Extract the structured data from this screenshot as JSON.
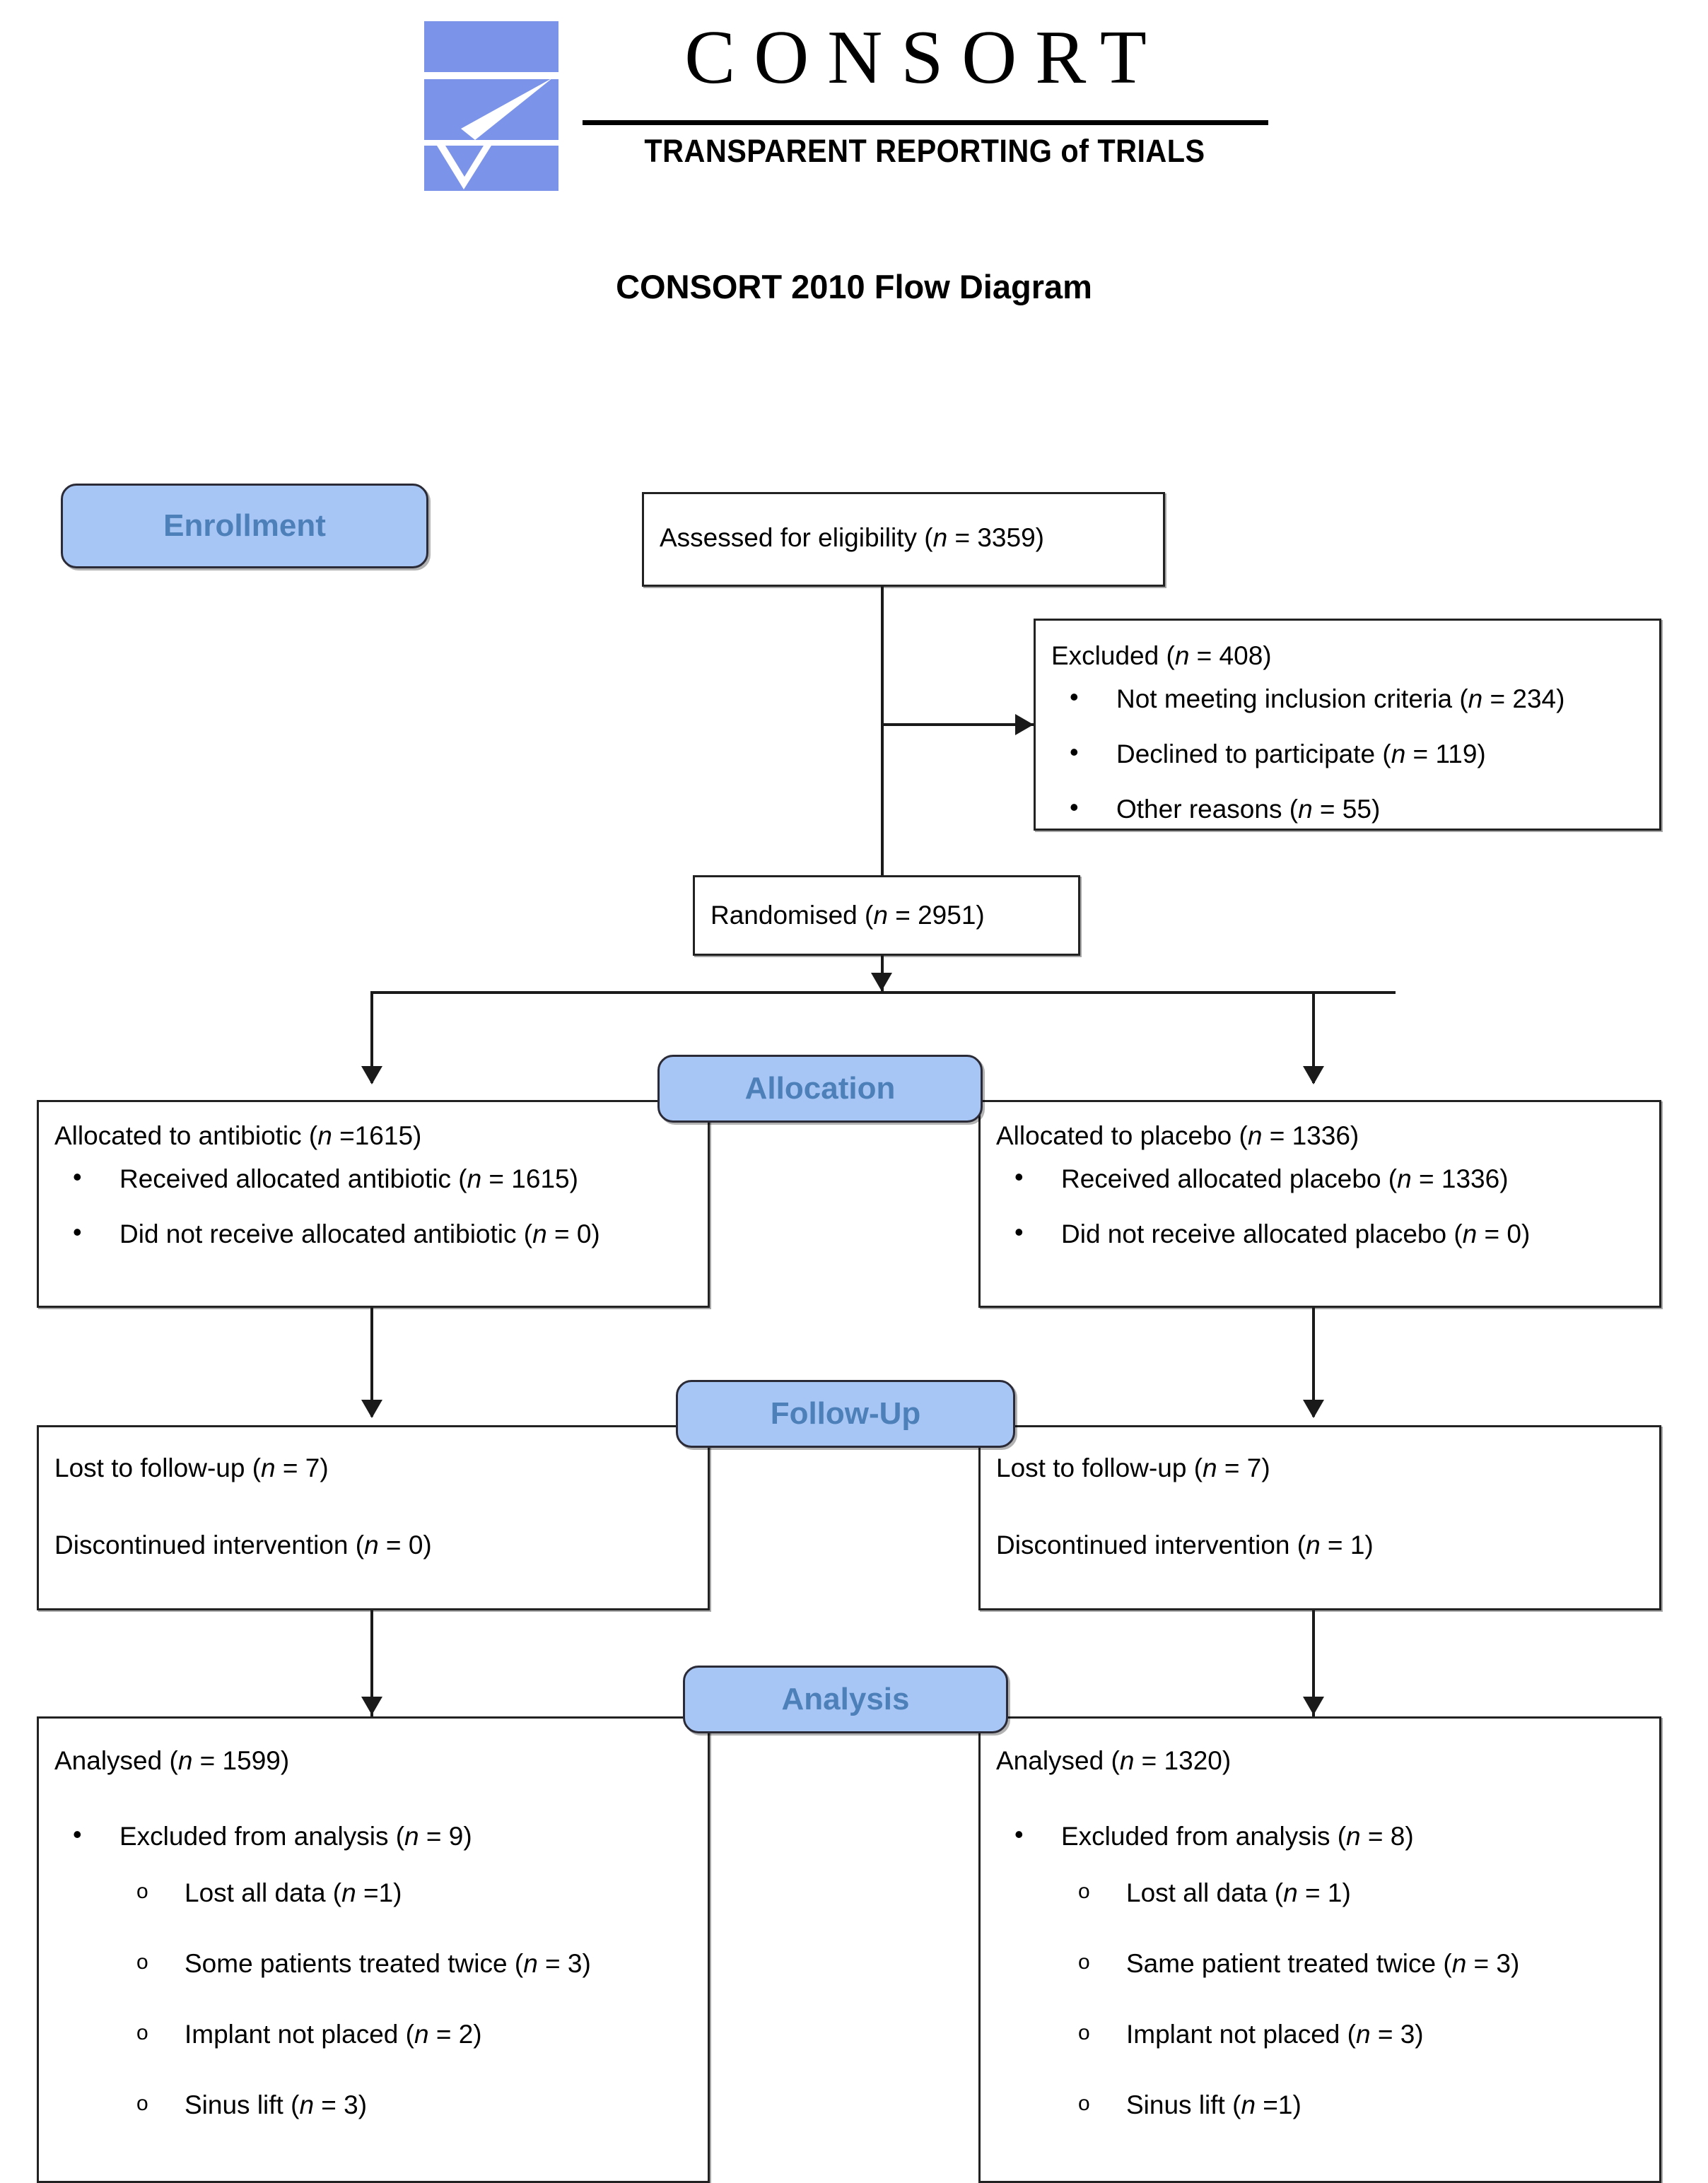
{
  "logo": {
    "wordmark": "CONSORT",
    "tagline": "TRANSPARENT REPORTING of TRIALS"
  },
  "title": "CONSORT 2010 Flow Diagram",
  "colors": {
    "stage_fill": "#a8c6f5",
    "stage_text": "#4d80b8",
    "stage_border": "#2b2b38",
    "box_border": "#222222",
    "connector": "#1a1a1a"
  },
  "stages": {
    "enrollment": "Enrollment",
    "allocation": "Allocation",
    "followup": "Follow-Up",
    "analysis": "Analysis"
  },
  "enrollment": {
    "assessed": "Assessed for eligibility (n = 3359)",
    "excluded_header": "Excluded (n = 408)",
    "excluded_reasons": [
      "Not meeting inclusion criteria (n = 234)",
      "Declined to participate (n = 119)",
      "Other reasons (n = 55)"
    ],
    "randomised": "Randomised (n = 2951)"
  },
  "allocation": {
    "left": {
      "header": "Allocated to antibiotic (n =1615)",
      "items": [
        "Received allocated antibiotic (n = 1615)",
        "Did not receive allocated antibiotic (n = 0)"
      ]
    },
    "right": {
      "header": "Allocated to placebo (n = 1336)",
      "items": [
        "Received allocated placebo (n = 1336)",
        "Did not receive allocated placebo (n = 0)"
      ]
    }
  },
  "followup": {
    "left": {
      "lost": "Lost to follow-up (n = 7)",
      "discontinued": "Discontinued intervention (n = 0)"
    },
    "right": {
      "lost": "Lost to follow-up (n = 7)",
      "discontinued": "Discontinued intervention (n = 1)"
    }
  },
  "analysis": {
    "left": {
      "analysed": "Analysed (n = 1599)",
      "excluded_header": "Excluded from analysis (n = 9)",
      "excluded_reasons": [
        "Lost all data (n =1)",
        "Some patients treated twice (n = 3)",
        "Implant not placed (n = 2)",
        "Sinus lift (n = 3)"
      ]
    },
    "right": {
      "analysed": "Analysed (n = 1320)",
      "excluded_header": "Excluded from analysis (n = 8)",
      "excluded_reasons": [
        "Lost all data (n = 1)",
        "Same patient treated twice (n = 3)",
        "Implant not placed (n = 3)",
        "Sinus lift (n =1)"
      ]
    }
  }
}
